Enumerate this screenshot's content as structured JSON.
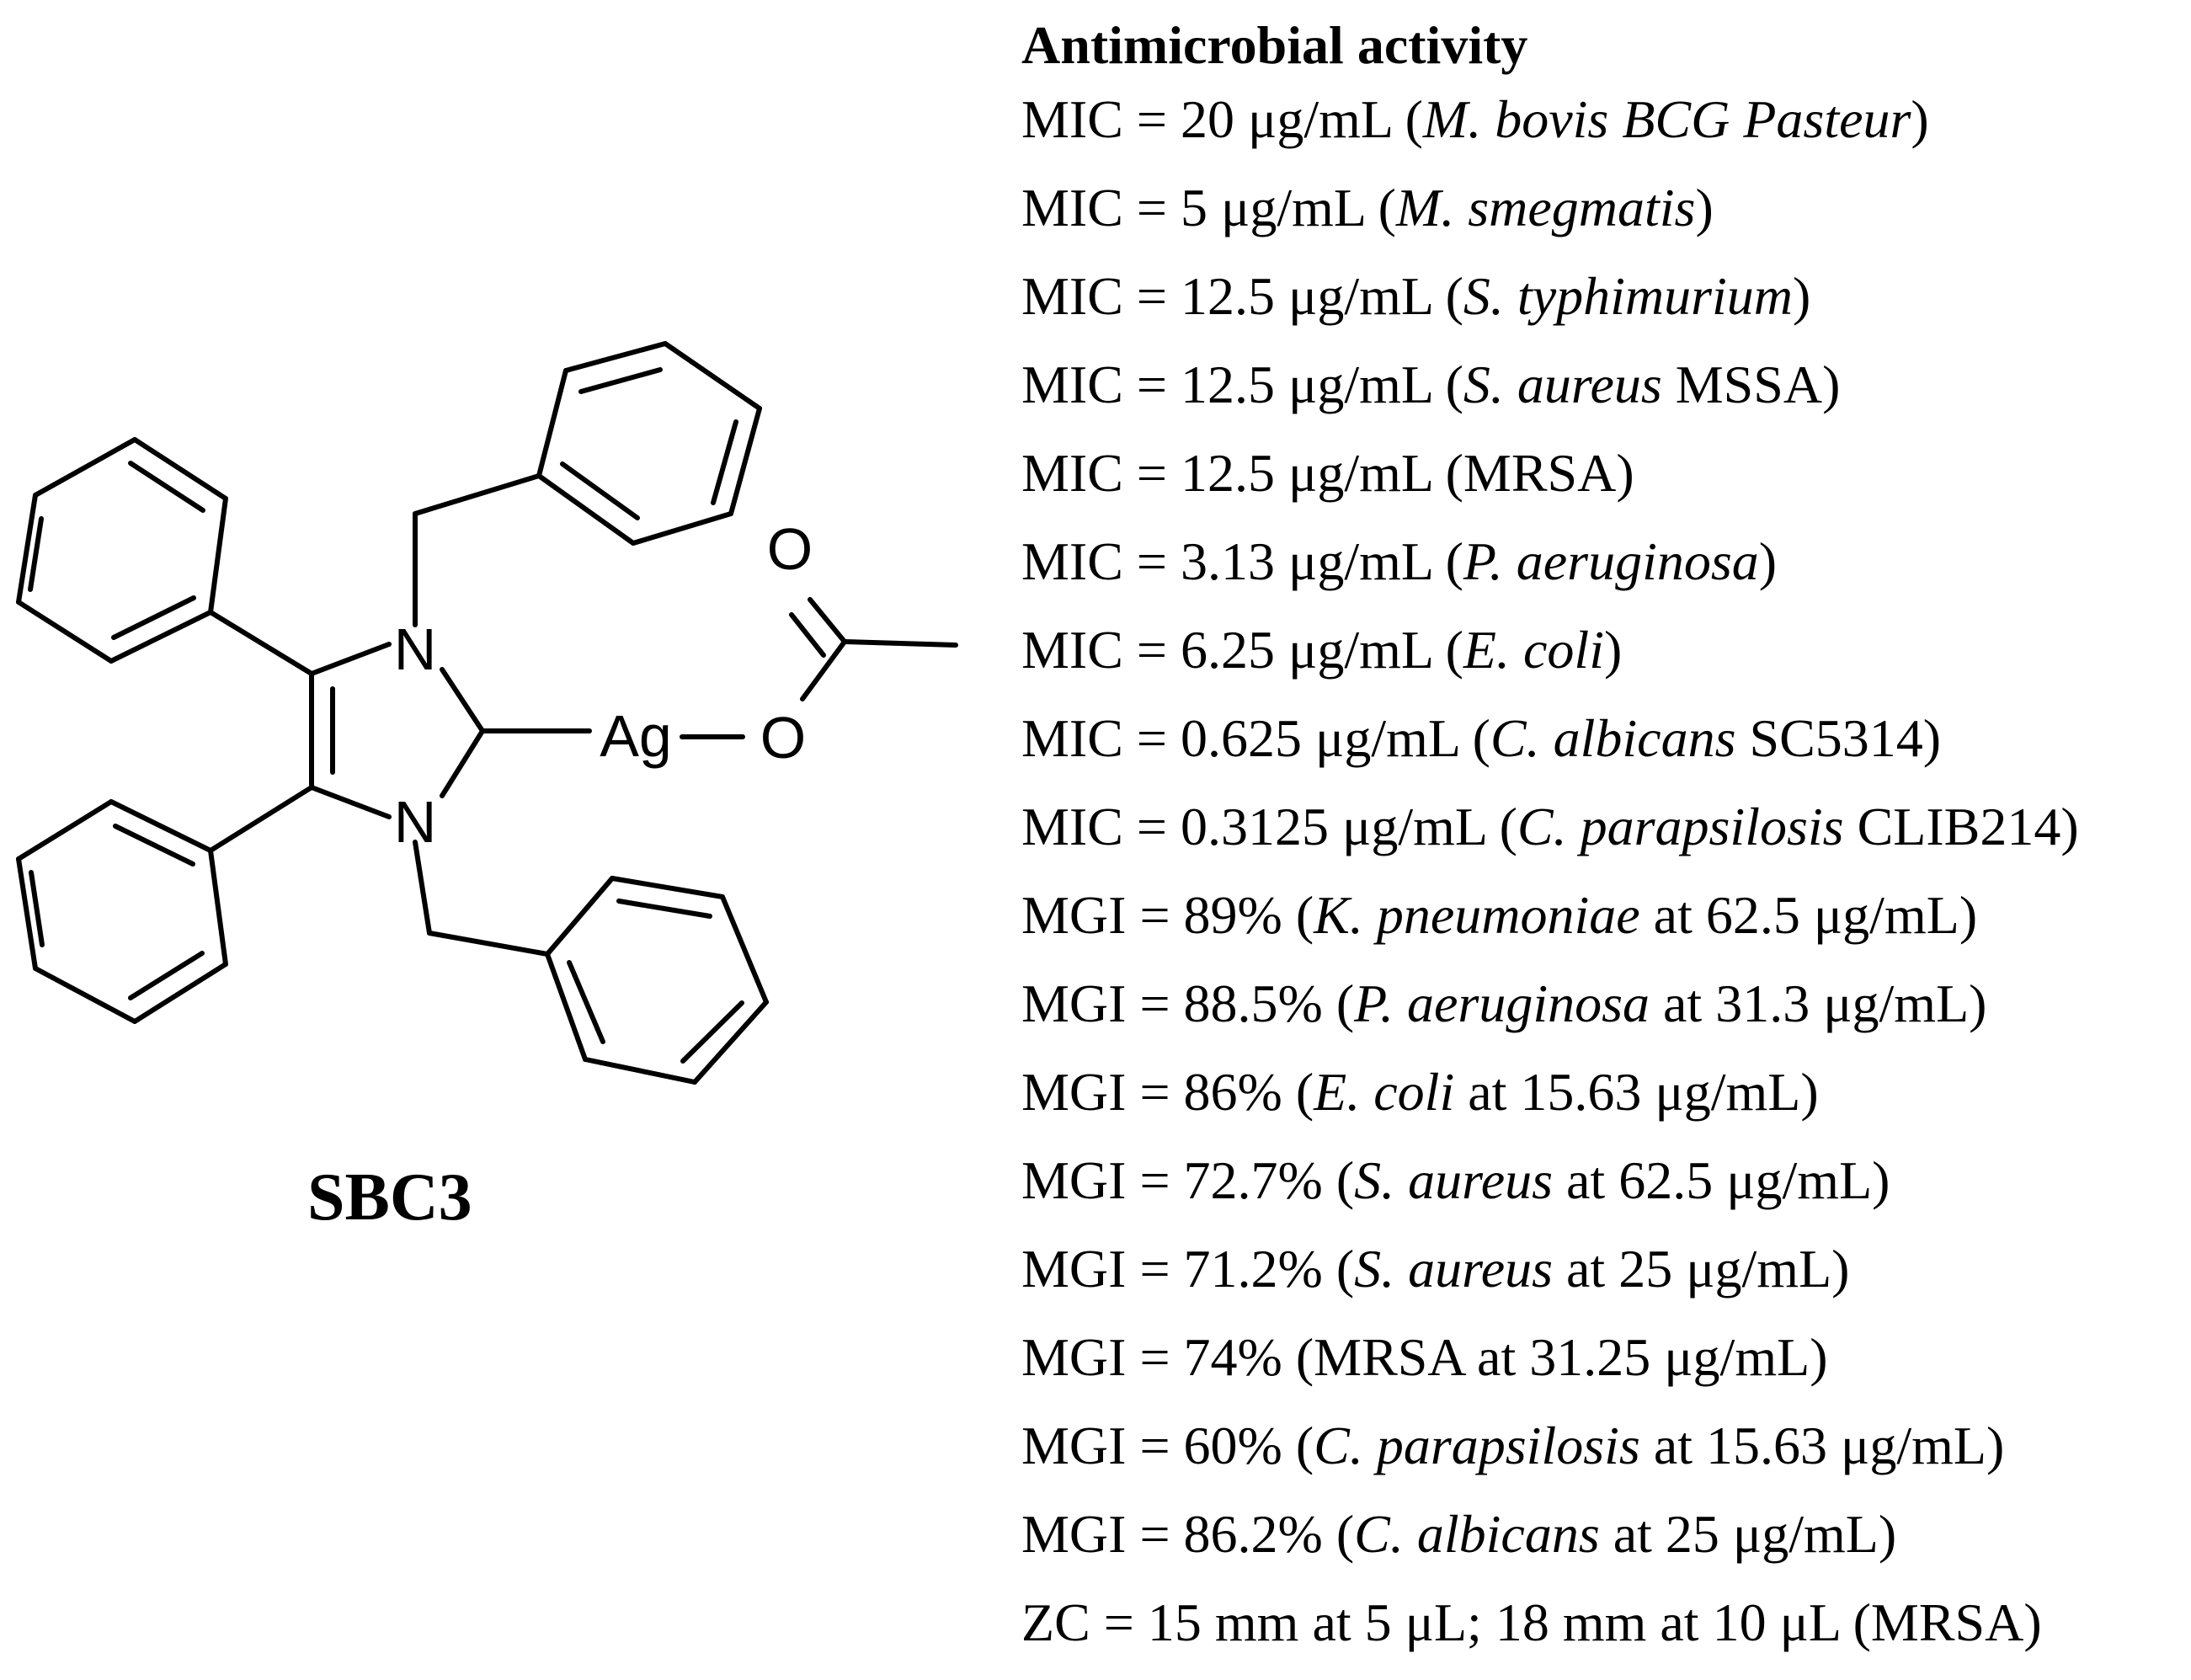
{
  "compound": {
    "name": "SBC3",
    "atom_labels": {
      "nitrogen_top": "N",
      "nitrogen_bottom": "N",
      "silver": "Ag",
      "oxygen_ester": "O",
      "oxygen_carbonyl": "O"
    }
  },
  "activity": {
    "title": "Antimicrobial activity",
    "entries": [
      {
        "parts": [
          {
            "t": "MIC = 20 μg/mL ("
          },
          {
            "t": "M. bovis BCG Pasteur",
            "i": true
          },
          {
            "t": ")"
          }
        ]
      },
      {
        "parts": [
          {
            "t": "MIC = 5 μg/mL ("
          },
          {
            "t": "M. smegmatis",
            "i": true
          },
          {
            "t": ")"
          }
        ]
      },
      {
        "parts": [
          {
            "t": "MIC = 12.5 μg/mL ("
          },
          {
            "t": "S. typhimurium",
            "i": true
          },
          {
            "t": ")"
          }
        ]
      },
      {
        "parts": [
          {
            "t": "MIC = 12.5 μg/mL ("
          },
          {
            "t": "S. aureus",
            "i": true
          },
          {
            "t": " MSSA)"
          }
        ]
      },
      {
        "parts": [
          {
            "t": "MIC = 12.5 μg/mL (MRSA)"
          }
        ]
      },
      {
        "parts": [
          {
            "t": "MIC = 3.13 μg/mL ("
          },
          {
            "t": "P. aeruginosa",
            "i": true
          },
          {
            "t": ")"
          }
        ]
      },
      {
        "parts": [
          {
            "t": "MIC = 6.25 μg/mL ("
          },
          {
            "t": "E. coli",
            "i": true
          },
          {
            "t": ")"
          }
        ]
      },
      {
        "parts": [
          {
            "t": "MIC = 0.625 μg/mL ("
          },
          {
            "t": "C. albicans",
            "i": true
          },
          {
            "t": " SC5314)"
          }
        ]
      },
      {
        "parts": [
          {
            "t": "MIC = 0.3125 μg/mL ("
          },
          {
            "t": "C. parapsilosis",
            "i": true
          },
          {
            "t": " CLIB214)"
          }
        ]
      },
      {
        "parts": [
          {
            "t": "MGI = 89% ("
          },
          {
            "t": "K. pneumoniae",
            "i": true
          },
          {
            "t": " at 62.5 μg/mL)"
          }
        ]
      },
      {
        "parts": [
          {
            "t": "MGI = 88.5% ("
          },
          {
            "t": "P. aeruginosa",
            "i": true
          },
          {
            "t": " at 31.3 μg/mL)"
          }
        ]
      },
      {
        "parts": [
          {
            "t": "MGI = 86% ("
          },
          {
            "t": "E. coli",
            "i": true
          },
          {
            "t": " at 15.63 μg/mL)"
          }
        ]
      },
      {
        "parts": [
          {
            "t": "MGI = 72.7% ("
          },
          {
            "t": "S. aureus",
            "i": true
          },
          {
            "t": " at 62.5 μg/mL)"
          }
        ]
      },
      {
        "parts": [
          {
            "t": "MGI = 71.2% ("
          },
          {
            "t": "S. aureus",
            "i": true
          },
          {
            "t": " at 25 μg/mL)"
          }
        ]
      },
      {
        "parts": [
          {
            "t": "MGI = 74% (MRSA at 31.25 μg/mL)"
          }
        ]
      },
      {
        "parts": [
          {
            "t": "MGI = 60% ("
          },
          {
            "t": "C. parapsilosis",
            "i": true
          },
          {
            "t": " at 15.63 μg/mL)"
          }
        ]
      },
      {
        "parts": [
          {
            "t": "MGI = 86.2% ("
          },
          {
            "t": "C. albicans",
            "i": true
          },
          {
            "t": " at 25 μg/mL)"
          }
        ]
      },
      {
        "parts": [
          {
            "t": "ZC = 15 mm at 5 μL; 18 mm at 10 μL (MRSA)"
          }
        ]
      }
    ]
  }
}
